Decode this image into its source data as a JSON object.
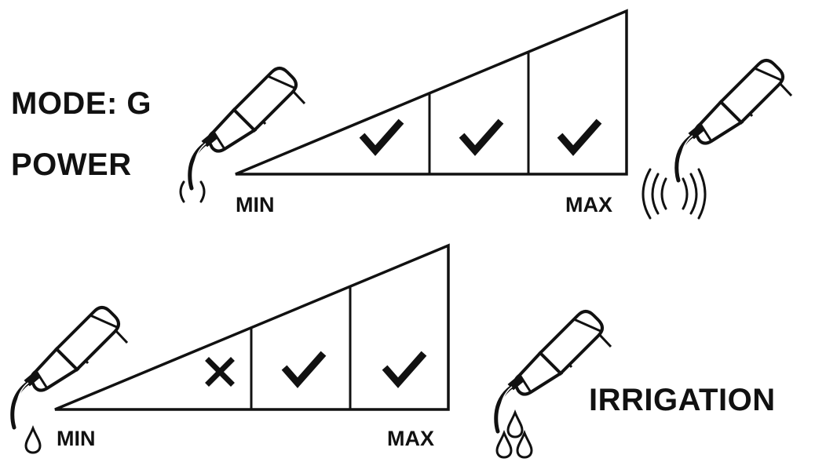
{
  "power_panel": {
    "mode_label": "MODE: G",
    "title": "POWER",
    "min_label": "MIN",
    "max_label": "MAX",
    "steps": [
      {
        "mark": "check",
        "enabled": true
      },
      {
        "mark": "check",
        "enabled": true
      },
      {
        "mark": "check",
        "enabled": true
      }
    ],
    "min_icon": "handpiece-low-vibration-icon",
    "max_icon": "handpiece-high-vibration-icon"
  },
  "irrigation_panel": {
    "title": "IRRIGATION",
    "min_label": "MIN",
    "max_label": "MAX",
    "steps": [
      {
        "mark": "cross",
        "enabled": false
      },
      {
        "mark": "check",
        "enabled": true
      },
      {
        "mark": "check",
        "enabled": true
      }
    ],
    "min_icon": "handpiece-single-drop-icon",
    "max_icon": "handpiece-many-drops-icon"
  },
  "colors": {
    "ink": "#111111",
    "background": "#ffffff"
  }
}
